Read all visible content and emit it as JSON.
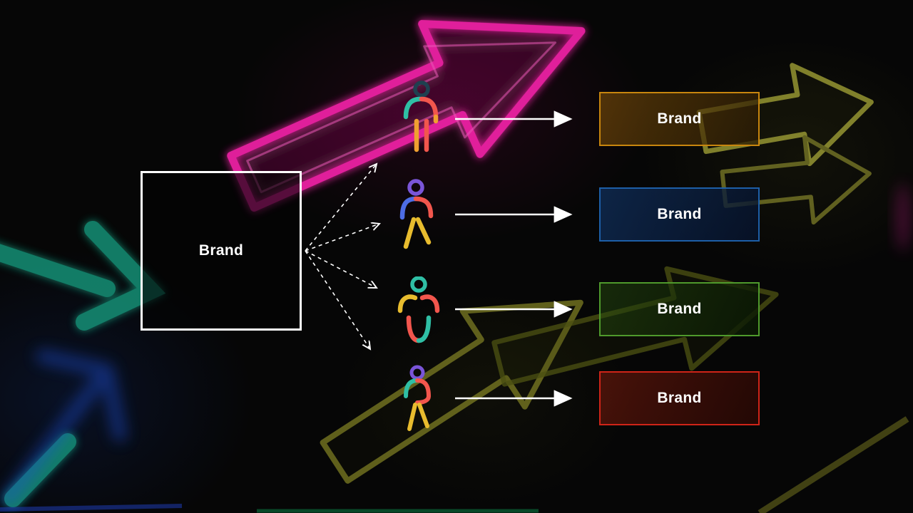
{
  "slide": {
    "source": {
      "label": "Brand",
      "border_color": "#ffffff",
      "bg": "rgba(3,3,3,0.62)"
    },
    "rows": [
      {
        "icon": "person-figure-standing-icon",
        "connector": "white-solid-arrow",
        "target": {
          "label": "Brand",
          "border_color": "#c8860e",
          "bg": "linear-gradient(115deg, rgba(150,95,10,0.50), rgba(42,27,4,0.80))"
        }
      },
      {
        "icon": "person-figure-walking-icon",
        "connector": "white-solid-arrow",
        "target": {
          "label": "Brand",
          "border_color": "#1d5fa8",
          "bg": "linear-gradient(115deg, rgba(20,62,122,0.55), rgba(6,18,42,0.85))"
        }
      },
      {
        "icon": "person-figure-arms-up-icon",
        "connector": "white-solid-arrow",
        "target": {
          "label": "Brand",
          "border_color": "#4f9a2c",
          "bg": "linear-gradient(115deg, rgba(42,84,16,0.45), rgba(10,24,4,0.85))"
        }
      },
      {
        "icon": "person-figure-striding-icon",
        "connector": "white-solid-arrow",
        "target": {
          "label": "Brand",
          "border_color": "#cf2418",
          "bg": "linear-gradient(115deg, rgba(150,32,14,0.45), rgba(40,8,4,0.85))"
        }
      }
    ],
    "background_neon_colors": {
      "magenta_arrow": "#f722ab",
      "yellow_arrow": "#a8a838",
      "teal_arrow": "#12997d",
      "blue_glow": "#1f4fd8"
    },
    "connector_color": "#ffffff"
  }
}
